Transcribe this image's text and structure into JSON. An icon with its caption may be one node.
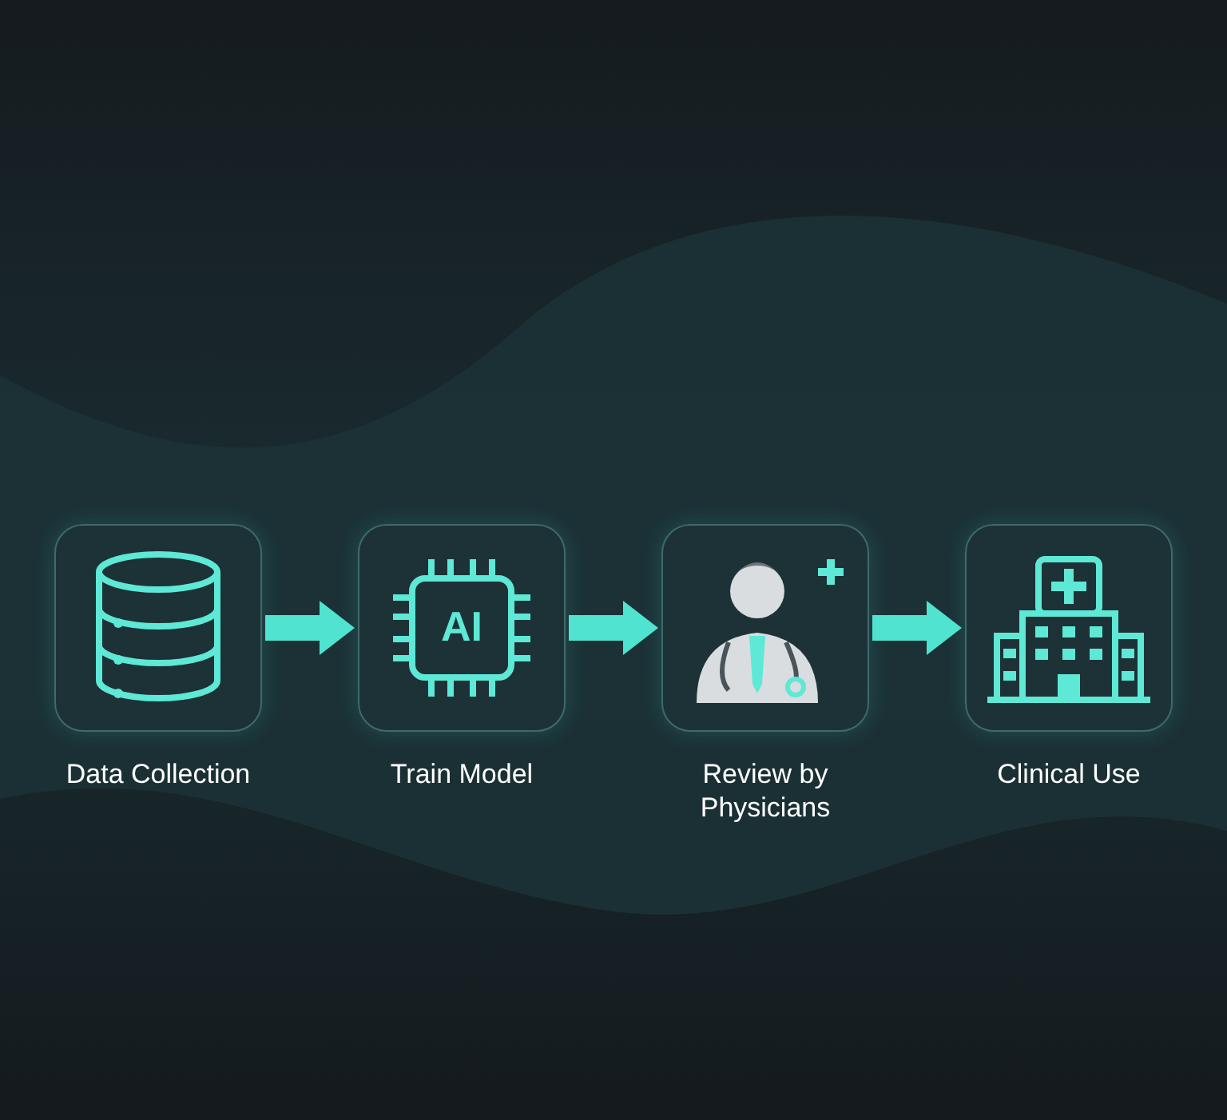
{
  "diagram": {
    "nodes": [
      {
        "text": [
          "Data Collection"
        ]
      },
      {
        "text": [
          "AI",
          "Train Model"
        ]
      },
      {
        "text": [
          "Review by Physicians"
        ]
      },
      {
        "text": [
          "Clinical Use"
        ]
      }
    ],
    "edges": [
      {
        "from": 0,
        "to": 1,
        "arrow": "to"
      },
      {
        "from": 1,
        "to": 2,
        "arrow": "to"
      },
      {
        "from": 2,
        "to": 3,
        "arrow": "to"
      }
    ]
  }
}
